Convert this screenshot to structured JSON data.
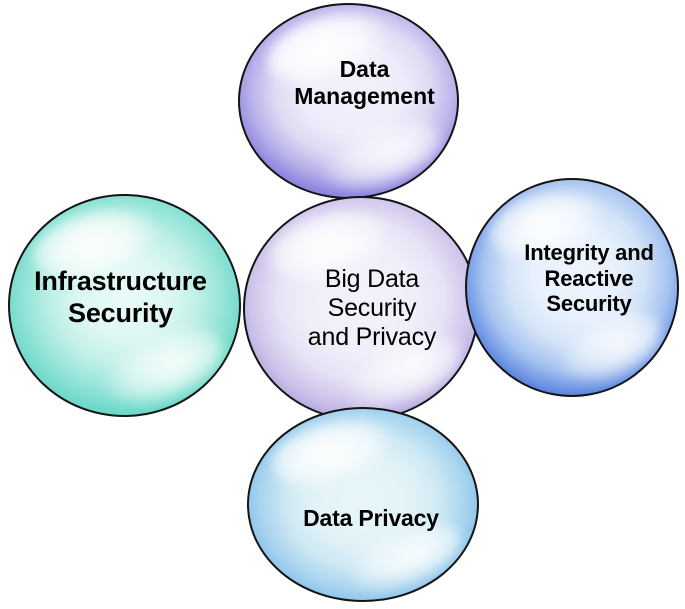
{
  "diagram": {
    "title": "Big Data Security and Privacy",
    "type": "venn-bubble-cluster",
    "background_color": "#ffffff",
    "center": {
      "id": "center",
      "label": "Big Data\nSecurity\nand Privacy",
      "color": "#b2a3df",
      "fill_light": "#f4f1fa",
      "outline": "#141414"
    },
    "satellites": [
      {
        "id": "data-management",
        "position": "top",
        "label": "Data\nManagement",
        "color": "#7d74d8",
        "fill_light": "#f2f1fb",
        "outline": "#141414"
      },
      {
        "id": "integrity-reactive-security",
        "position": "right",
        "label": "Integrity and\nReactive\nSecurity",
        "color": "#4f77dd",
        "fill_light": "#eef4fd",
        "outline": "#141414"
      },
      {
        "id": "data-privacy",
        "position": "bottom",
        "label": "Data Privacy",
        "color": "#66aadf",
        "fill_light": "#e8f6f8",
        "outline": "#141414"
      },
      {
        "id": "infrastructure-security",
        "position": "left",
        "label": "Infrastructure\nSecurity",
        "color": "#54cfbe",
        "fill_light": "#e9fbf8",
        "outline": "#141414"
      }
    ]
  }
}
